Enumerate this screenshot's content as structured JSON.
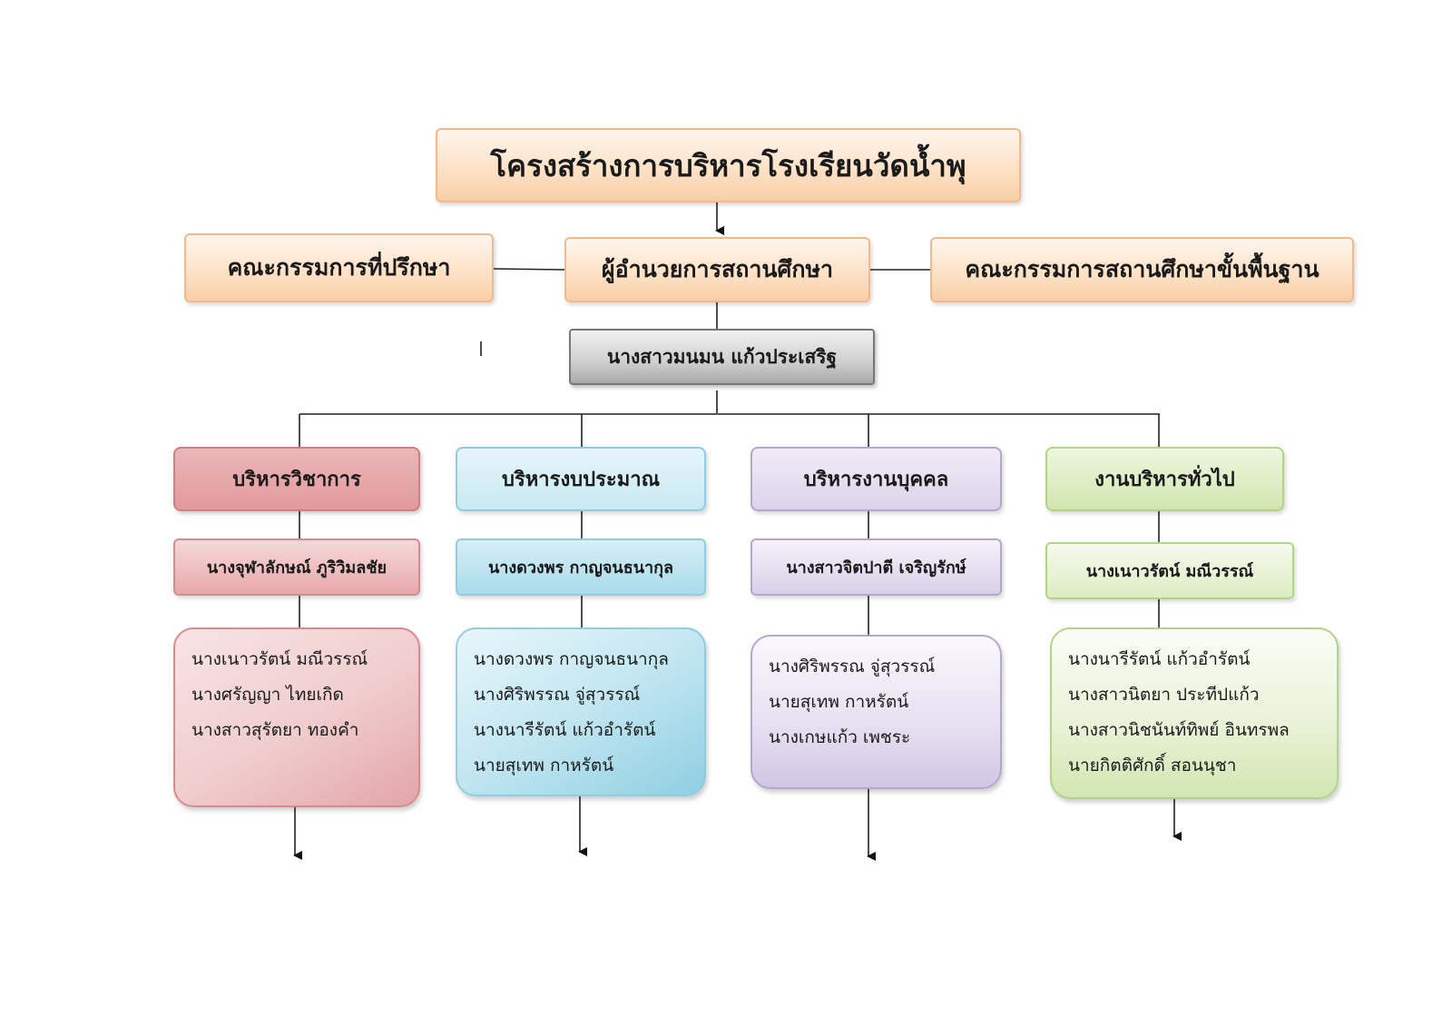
{
  "title": "โครงสร้างการบริหารโรงเรียนวัดน้ำพุ",
  "advisory_board": "คณะกรรมการที่ปรึกษา",
  "director_title": "ผู้อำนวยการสถานศึกษา",
  "basic_board": "คณะกรรมการสถานศึกษาขั้นพื้นฐาน",
  "director_name": "นางสาวมนมน แก้วประเสริฐ",
  "departments": [
    {
      "title": "บริหารวิชาการ",
      "head": "นางจุฬาลักษณ์ ภูริวิมลชัย",
      "members": [
        "นางเนาวรัตน์ มณีวรรณ์",
        "นางศรัญญา ไทยเกิด",
        "นางสาวสุรัตยา ทองคำ"
      ]
    },
    {
      "title": "บริหารงบประมาณ",
      "head": "นางดวงพร กาญจนธนากุล",
      "members": [
        "นางดวงพร กาญจนธนากุล",
        "นางศิริพรรณ จู่สุวรรณ์",
        "นางนารีรัตน์ แก้วอำรัตน์",
        "นายสุเทพ กาหรัตน์"
      ]
    },
    {
      "title": "บริหารงานบุคคล",
      "head": "นางสาวจิตปาตี เจริญรักษ์",
      "members": [
        "นางศิริพรรณ จู่สุวรรณ์",
        "นายสุเทพ กาหรัตน์",
        "นางเกษแก้ว เพชระ"
      ]
    },
    {
      "title": "งานบริหารทั่วไป",
      "head": "นางเนาวรัตน์ มณีวรรณ์",
      "members": [
        "นางนารีรัตน์ แก้วอำรัตน์",
        "นางสาวนิตยา ประทีปแก้ว",
        "นางสาวนิชนันท์ทิพย์ อินทรพล",
        "นายกิตติศักดิ์ สอนนุชา"
      ]
    }
  ]
}
